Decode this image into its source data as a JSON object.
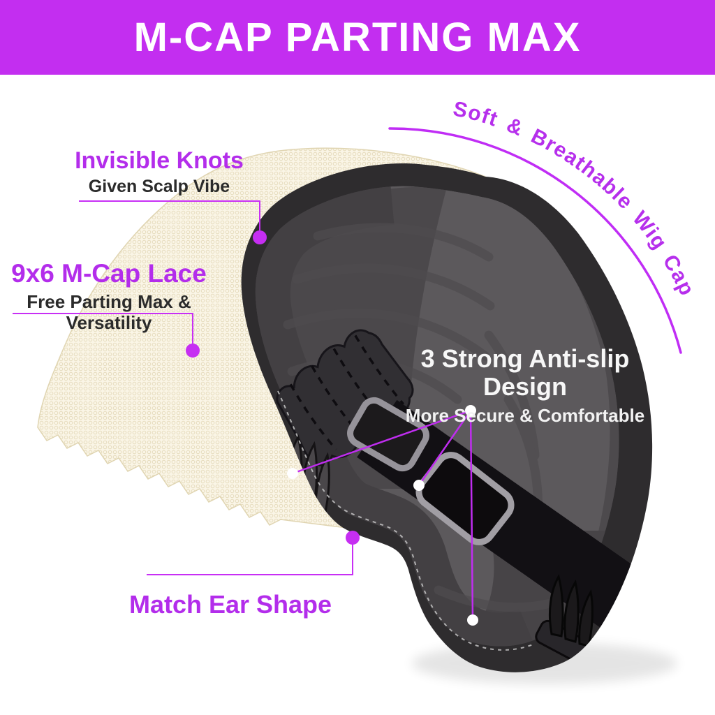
{
  "header": {
    "title": "M-CAP PARTING MAX"
  },
  "callouts": {
    "invisible_knots": {
      "title": "Invisible Knots",
      "subtitle": "Given Scalp Vibe"
    },
    "mcap_lace": {
      "title": "9x6 M-Cap Lace",
      "subtitle": "Free Parting Max & Versatility"
    },
    "breathable": {
      "title": "Soft & Breathable Wig Cap"
    },
    "antislip": {
      "title": "3 Strong Anti-slip Design",
      "subtitle": "More Secure & Comfortable"
    },
    "ear": {
      "title": "Match Ear Shape"
    }
  },
  "illustration": {
    "subject": "wig-cap-inside-view",
    "parts": [
      "lace-mesh",
      "wig-cap",
      "elastic-band",
      "adjustable-strap",
      "strap-slide",
      "strap-slide",
      "comb",
      "comb",
      "ear-notch"
    ]
  },
  "colors": {
    "banner_bg": "#c32ef0",
    "accent_purple_text": "#b32deb",
    "callout_line_magenta": "#c82ff5",
    "subtitle_dark": "#2b2b2b",
    "white_text": "#f7f7f7",
    "cap_border_dark": "#2e2c2e",
    "cap_interior_gray": "#5c595c",
    "cap_front_band": "#434043",
    "strap_black": "#121014",
    "lace_cream": "#faf5e6",
    "lace_dot": "#e6dcbd"
  }
}
